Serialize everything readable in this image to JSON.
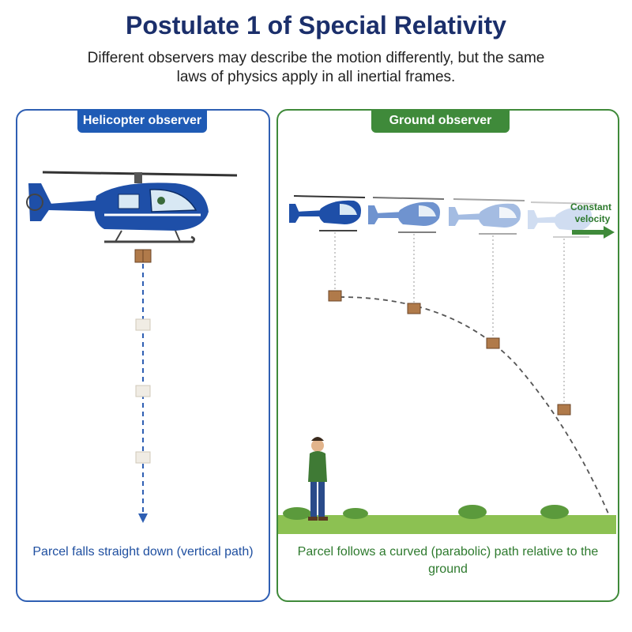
{
  "title": "Postulate 1 of Special Relativity",
  "subtitle": "Different observers may describe the motion differently, but the same laws of physics apply in all inertial frames.",
  "left_panel": {
    "label": "Helicopter observer",
    "caption": "Parcel falls straight down (vertical path)"
  },
  "right_panel": {
    "label": "Ground observer",
    "caption": "Parcel follows a curved (parabolic) path relative to the ground",
    "velocity_label_line1": "Constant",
    "velocity_label_line2": "velocity"
  },
  "colors": {
    "title": "#1b2f6b",
    "left_accent": "#1f5bb5",
    "right_accent": "#3f8a3a",
    "helicopter_body": "#1e4fa8",
    "parcel": "#b07a4a",
    "ground": "#8cc152"
  }
}
